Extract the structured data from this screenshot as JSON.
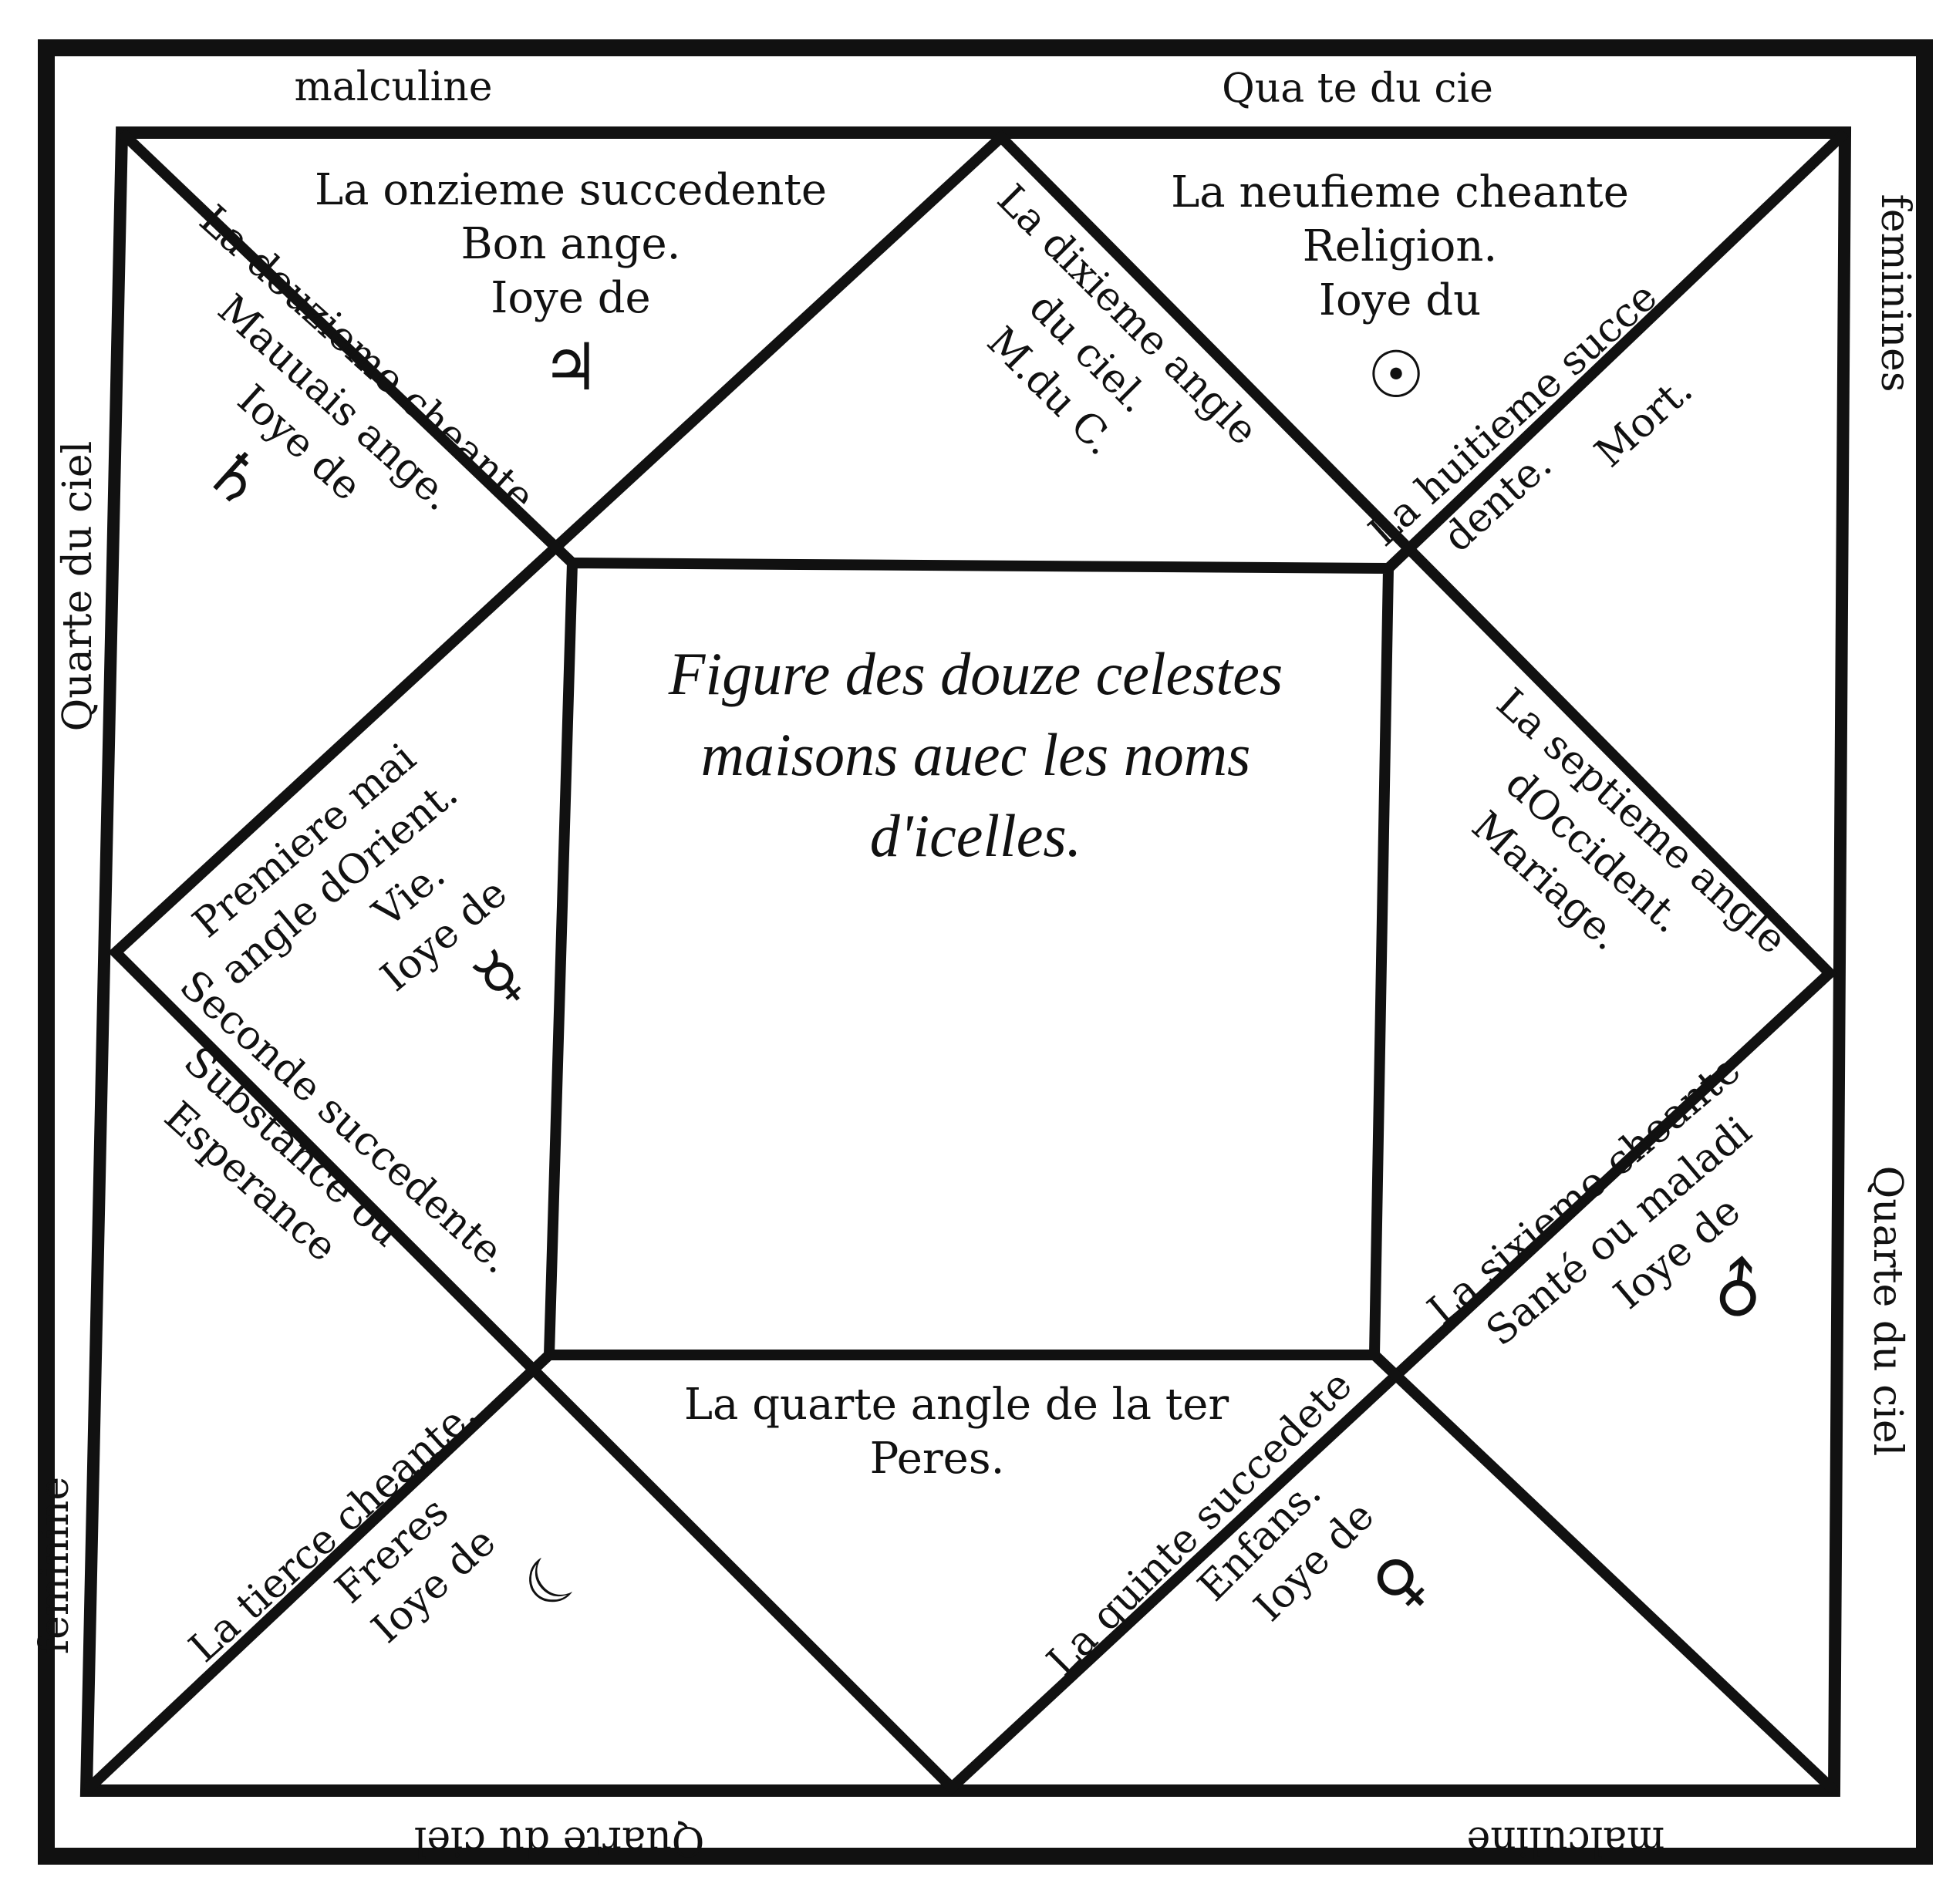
{
  "chart_title": [
    "Figure des douze celestes",
    "maisons auec les noms",
    "d'icelles."
  ],
  "edges": {
    "top_left": "malculine",
    "top_right": "Qua te du cie",
    "right_top": "feminines",
    "left_middle": "Quarte du ciel",
    "right_middle": "Quarte du ciel",
    "left_bottom": "feminine",
    "bottom_center": "Quarte du ciel",
    "bottom_right": "malculine"
  },
  "houses": {
    "h1": {
      "lines": [
        "Premiere mai",
        "angle dOrient.",
        "Vie.",
        "Ioye de"
      ],
      "planet": "☿",
      "planet_icon": "mercury-icon"
    },
    "h2": {
      "lines": [
        "Seconde succedente.",
        "Substance ou",
        "Esperance"
      ]
    },
    "h3": {
      "lines": [
        "La tierce cheante.",
        "Freres",
        "Ioye de"
      ],
      "planet": "☾",
      "planet_icon": "moon-icon"
    },
    "h4": {
      "lines": [
        "La quarte angle de la ter",
        "Peres."
      ]
    },
    "h5": {
      "lines": [
        "La quinte succedete",
        "Enfans.",
        "Ioye de"
      ],
      "planet": "♀",
      "planet_icon": "venus-icon"
    },
    "h6": {
      "lines": [
        "La sixieme cheante",
        "Santé ou maladi",
        "Ioye de"
      ],
      "planet": "♂",
      "planet_icon": "mars-icon"
    },
    "h7": {
      "lines": [
        "La septieme angle",
        "dOccident.",
        "Mariage."
      ]
    },
    "h8": {
      "lines": [
        "La huitieme succe",
        "dente.",
        "Mort."
      ]
    },
    "h9": {
      "lines": [
        "La neufieme cheante",
        "Religion.",
        "Ioye du"
      ],
      "planet": "☉",
      "planet_icon": "sun-icon"
    },
    "h10": {
      "lines": [
        "La dixieme angle",
        "du ciel.",
        "M.du C."
      ]
    },
    "h11": {
      "lines": [
        "La onzieme succedente",
        "Bon ange.",
        "Ioye de"
      ],
      "planet": "♃",
      "planet_icon": "jupiter-icon"
    },
    "h12": {
      "lines": [
        "La douzieme cheante.",
        "Mauuais ange.",
        "Ioye de"
      ],
      "planet": "♄",
      "planet_icon": "saturn-icon"
    }
  }
}
